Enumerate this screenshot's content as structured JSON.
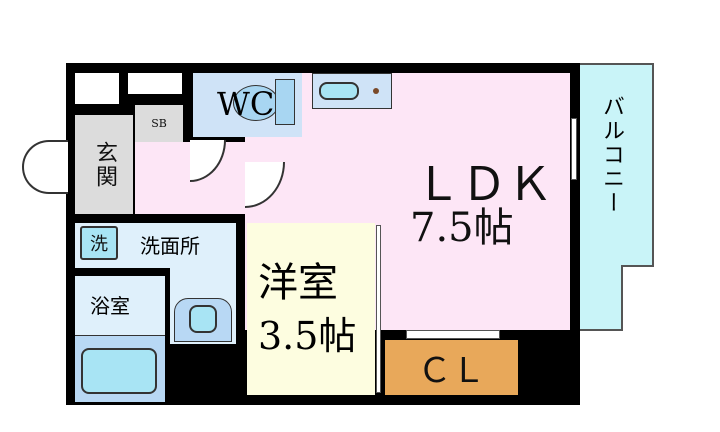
{
  "rooms": {
    "entrance": "玄関",
    "shoe_box": "SB",
    "wc": "WC",
    "washroom": "洗面所",
    "washer": "洗",
    "bathroom": "浴室",
    "western_room_name": "洋室",
    "western_room_size": "3.5帖",
    "ldk_name": "ＬＤＫ",
    "ldk_size": "7.5帖",
    "closet": "ＣＬ",
    "balcony": "バルコニー"
  },
  "colors": {
    "wall": "#000000",
    "ldk": "#fde6f6",
    "wet_area": "#d6ebf9",
    "entrance": "#dcdcdc",
    "western_room": "#fdfde0",
    "closet": "#e8a85a",
    "balcony": "#c9f4f8"
  }
}
